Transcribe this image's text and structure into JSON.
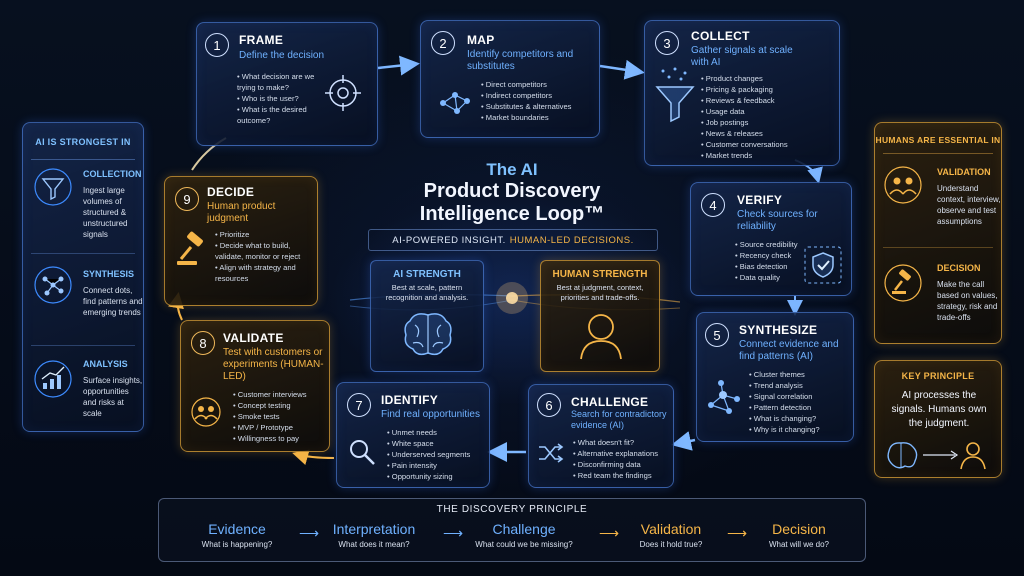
{
  "title": {
    "line1": "The AI",
    "line2": "Product Discovery",
    "line3": "Intelligence Loop™"
  },
  "tagline": {
    "part1": "AI-POWERED INSIGHT.",
    "part2": "HUMAN-LED DECISIONS."
  },
  "steps": [
    {
      "num": "1",
      "title": "FRAME",
      "subtitle": "Define the decision",
      "bullets": [
        "What decision are we trying to make?",
        "Who is the user?",
        "What is the desired outcome?"
      ]
    },
    {
      "num": "2",
      "title": "MAP",
      "subtitle": "Identify competitors and substitutes",
      "bullets": [
        "Direct competitors",
        "Indirect competitors",
        "Substitutes & alternatives",
        "Market boundaries"
      ]
    },
    {
      "num": "3",
      "title": "COLLECT",
      "subtitle": "Gather signals at scale with AI",
      "bullets": [
        "Product changes",
        "Pricing & packaging",
        "Reviews & feedback",
        "Usage data",
        "Job postings",
        "News & releases",
        "Customer conversations",
        "Market trends"
      ]
    },
    {
      "num": "4",
      "title": "VERIFY",
      "subtitle": "Check sources for reliability",
      "bullets": [
        "Source credibility",
        "Recency check",
        "Bias detection",
        "Data quality"
      ]
    },
    {
      "num": "5",
      "title": "SYNTHESIZE",
      "subtitle": "Connect evidence and find patterns (AI)",
      "bullets": [
        "Cluster themes",
        "Trend analysis",
        "Signal correlation",
        "Pattern detection",
        "What is changing?",
        "Why is it changing?"
      ]
    },
    {
      "num": "6",
      "title": "CHALLENGE",
      "subtitle": "Search for contradictory evidence (AI)",
      "bullets": [
        "What doesn't fit?",
        "Alternative explanations",
        "Disconfirming data",
        "Red team the findings"
      ]
    },
    {
      "num": "7",
      "title": "IDENTIFY",
      "subtitle": "Find real opportunities",
      "bullets": [
        "Unmet needs",
        "White space",
        "Underserved segments",
        "Pain intensity",
        "Opportunity sizing"
      ]
    },
    {
      "num": "8",
      "title": "VALIDATE",
      "subtitle": "Test with customers or experiments (HUMAN-LED)",
      "bullets": [
        "Customer interviews",
        "Concept testing",
        "Smoke tests",
        "MVP / Prototype",
        "Willingness to pay"
      ]
    },
    {
      "num": "9",
      "title": "DECIDE",
      "subtitle": "Human product judgment",
      "bullets": [
        "Prioritize",
        "Decide what to build, validate, monitor or reject",
        "Align with strategy and resources"
      ]
    }
  ],
  "ai_strength": {
    "title": "AI STRENGTH",
    "desc": "Best at scale, pattern recognition and analysis."
  },
  "human_strength": {
    "title": "HUMAN STRENGTH",
    "desc": "Best at judgment, context, priorities and trade-offs."
  },
  "left_panel": {
    "heading": "AI IS STRONGEST IN",
    "items": [
      {
        "title": "COLLECTION",
        "desc": "Ingest large volumes of structured & unstructured signals"
      },
      {
        "title": "SYNTHESIS",
        "desc": "Connect dots, find patterns and emerging trends"
      },
      {
        "title": "ANALYSIS",
        "desc": "Surface insights, opportunities and risks at scale"
      }
    ]
  },
  "right_panel": {
    "heading": "HUMANS ARE ESSENTIAL IN",
    "items": [
      {
        "title": "VALIDATION",
        "desc": "Understand context, interview, observe and test assumptions"
      },
      {
        "title": "DECISION",
        "desc": "Make the call based on values, strategy, risk and trade-offs"
      }
    ]
  },
  "key_principle": {
    "heading": "KEY PRINCIPLE",
    "text": "AI processes the signals. Humans own the judgment."
  },
  "principle": {
    "heading": "THE DISCOVERY PRINCIPLE",
    "steps": [
      {
        "word": "Evidence",
        "question": "What is happening?"
      },
      {
        "word": "Interpretation",
        "question": "What does it mean?"
      },
      {
        "word": "Challenge",
        "question": "What could we be missing?"
      },
      {
        "word": "Validation",
        "question": "Does it hold true?"
      },
      {
        "word": "Decision",
        "question": "What will we do?"
      }
    ]
  },
  "colors": {
    "ai_blue": "#3d8bff",
    "human_gold": "#f5b548",
    "background": "#050b18"
  }
}
